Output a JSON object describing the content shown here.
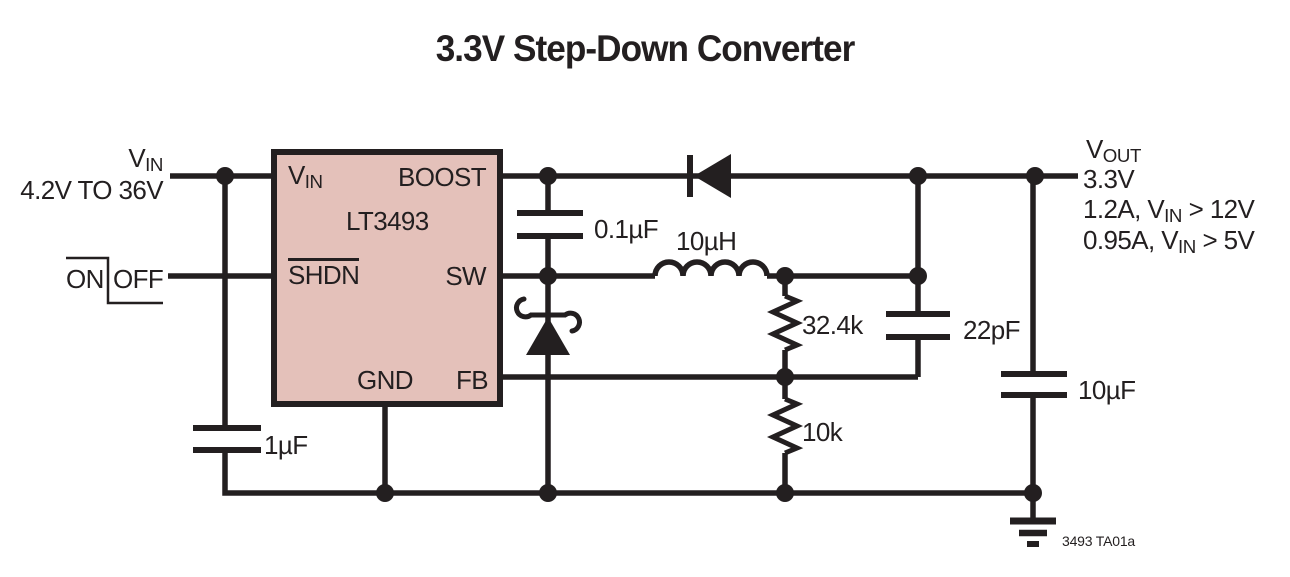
{
  "title": "3.3V Step-Down Converter",
  "input": {
    "label_main": "V",
    "label_sub": "IN",
    "range": "4.2V TO 36V"
  },
  "shdn_control": {
    "on": "ON",
    "off": "OFF"
  },
  "ic": {
    "part_number": "LT3493",
    "pin_vin_main": "V",
    "pin_vin_sub": "IN",
    "pin_boost": "BOOST",
    "pin_shdn": "SHDN",
    "pin_sw": "SW",
    "pin_gnd": "GND",
    "pin_fb": "FB"
  },
  "components": {
    "boost_cap": "0.1µF",
    "inductor": "10µH",
    "feedback_resistor_top": "32.4k",
    "feedback_resistor_bottom": "10k",
    "feedforward_cap": "22pF",
    "output_cap": "10µF",
    "input_cap": "1µF"
  },
  "output": {
    "label_main": "V",
    "label_sub": "OUT",
    "voltage": "3.3V",
    "spec1": {
      "pre": "1.2A, V",
      "sub": "IN",
      "post": " > 12V"
    },
    "spec2": {
      "pre": "0.95A, V",
      "sub": "IN",
      "post": " > 5V"
    }
  },
  "footnote": "3493 TA01a",
  "colors": {
    "ic_fill": "#e4c1ba",
    "stroke": "#231f20"
  }
}
